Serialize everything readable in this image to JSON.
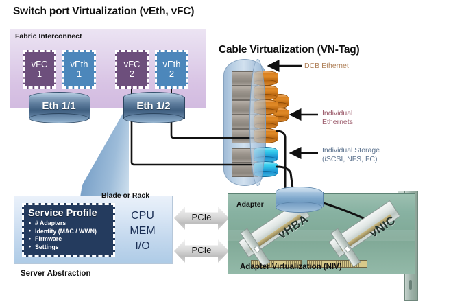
{
  "titles": {
    "switch_port": "Switch port Virtualization (vEth, vFC)",
    "cable": "Cable Virtualization (VN-Tag)"
  },
  "fabric": {
    "label": "Fabric Interconnect",
    "vports": [
      {
        "name": "vFC",
        "index": "1",
        "kind": "vfc"
      },
      {
        "name": "vEth",
        "index": "1",
        "kind": "veth"
      },
      {
        "name": "vFC",
        "index": "2",
        "kind": "vfc"
      },
      {
        "name": "vEth",
        "index": "2",
        "kind": "veth"
      }
    ],
    "ports": [
      {
        "label": "Eth 1/1"
      },
      {
        "label": "Eth 1/2"
      }
    ]
  },
  "server": {
    "blade_label": "Blade or Rack",
    "service_profile_title": "Service Profile",
    "service_profile_items": [
      "# Adapters",
      "Identity (MAC / WWN)",
      "Firmware",
      "Settings"
    ],
    "resources": "CPU\nMEM\nI/O",
    "resource_lines": [
      "CPU",
      "MEM",
      "I/O"
    ],
    "abstraction_label": "Server Abstraction"
  },
  "pcie": {
    "top_label": "PCIe",
    "bottom_label": "PCIe"
  },
  "cable_bundle": {
    "annotations": [
      {
        "id": "dcb",
        "text": "DCB Ethernet",
        "color": "#b08159"
      },
      {
        "id": "ethernets",
        "line1": "Individual",
        "line2": "Ethernets",
        "color": "#9b5a6a"
      },
      {
        "id": "storage",
        "line1": "Individual Storage",
        "line2": "(iSCSI, NFS, FC)",
        "color": "#5f7590"
      }
    ],
    "ethernet_cylinder_count": 5,
    "storage_cylinder_count": 2
  },
  "adapter": {
    "label": "Adapter",
    "cards": [
      {
        "label": "vHBA"
      },
      {
        "label": "vNIC"
      }
    ],
    "caption": "Adapter Virtualization (NIV)"
  },
  "colors": {
    "vfc": "#6d4f7c",
    "veth": "#4c87bb",
    "fabric_panel": "#d8c3e4",
    "blade_box": "#c5d9ee",
    "service_profile": "#243b5e",
    "adapter_card": "#7fa896",
    "ethernet_cyl": "#d9801f",
    "storage_cyl": "#2ec3e8"
  }
}
